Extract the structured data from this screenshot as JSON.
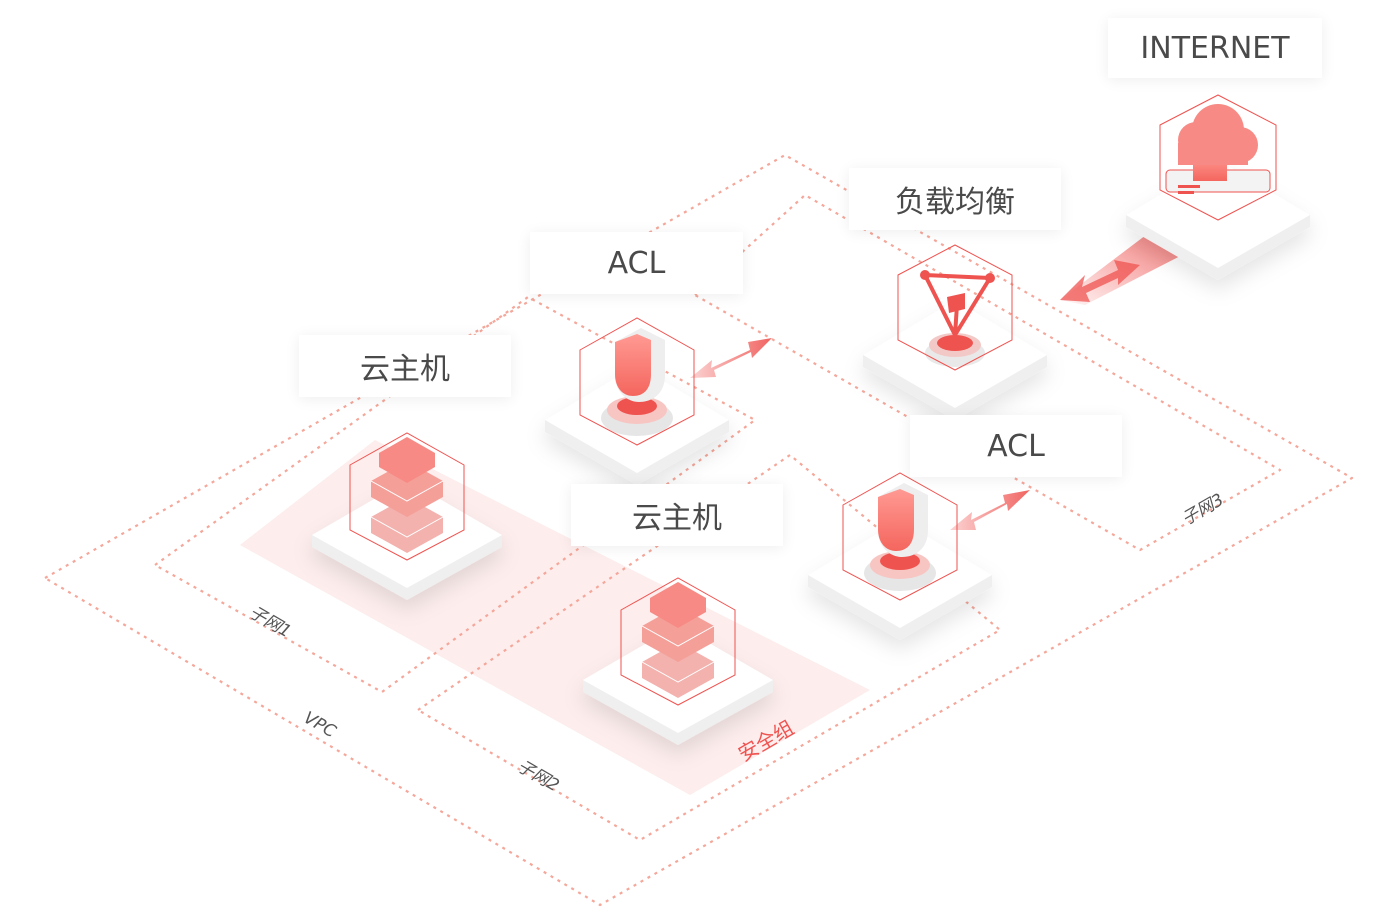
{
  "labels": {
    "internet": "INTERNET",
    "load_balancer": "负载均衡",
    "acl_top": "ACL",
    "acl_bottom": "ACL",
    "vm_left": "云主机",
    "vm_center": "云主机"
  },
  "zones": {
    "vpc": "VPC",
    "subnet1": "子网1",
    "subnet2": "子网2",
    "subnet3": "子网3",
    "security_group": "安全组"
  },
  "colors": {
    "accent": "#ef5350",
    "dashed_line": "#f4a79a",
    "security_group_fill": "#fdeaea",
    "platform": "#f5f5f5",
    "label_text": "#4a4a4a"
  },
  "icons": {
    "internet": "cloud-chip-icon",
    "load_balancer": "triangle-nodes-icon",
    "acl": "shield-icon",
    "vm": "server-stack-icon"
  }
}
